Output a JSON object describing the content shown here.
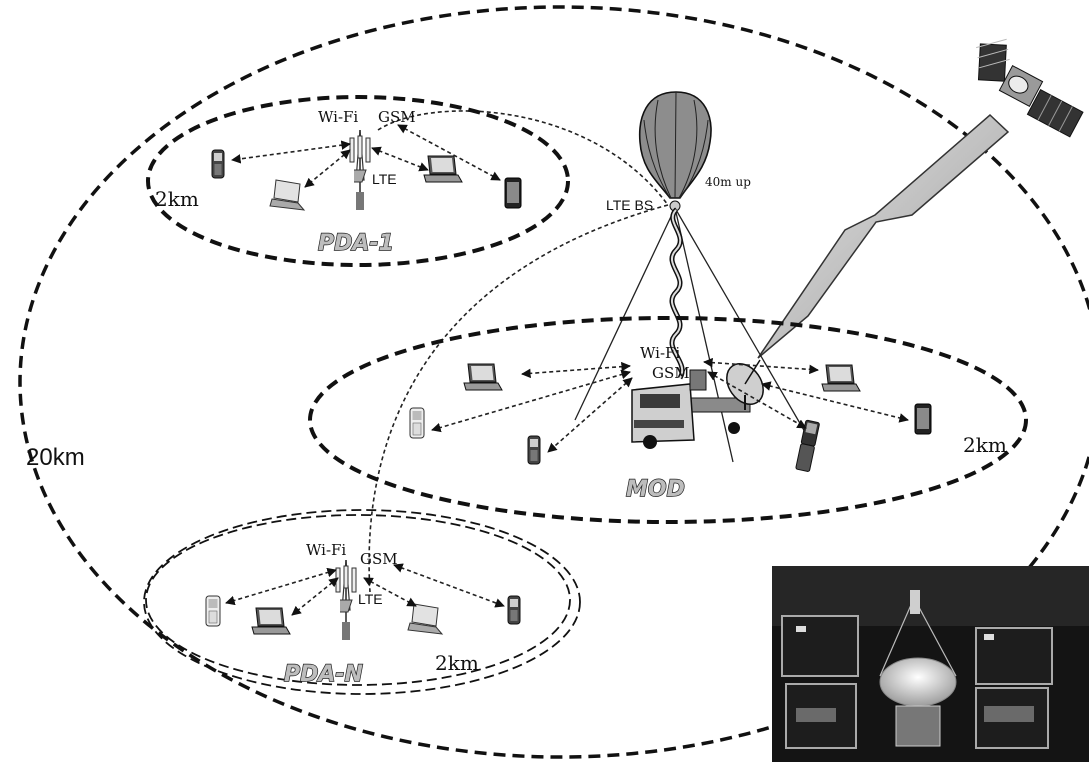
{
  "regions": {
    "outer": {
      "label": "20km"
    },
    "pda1": {
      "name": "PDA-1",
      "radius": "2km",
      "links": {
        "wifi": "Wi-Fi",
        "gsm": "GSM",
        "lte": "LTE"
      }
    },
    "mod": {
      "name": "MOD",
      "radius": "2km",
      "links": {
        "wifi": "Wi-Fi",
        "gsm": "GSM"
      }
    },
    "pdan": {
      "name": "PDA-N",
      "radius": "2km",
      "links": {
        "wifi": "Wi-Fi",
        "gsm": "GSM",
        "lte": "LTE"
      }
    }
  },
  "balloon": {
    "height": "40m up",
    "station": "LTE BS"
  },
  "icons": {
    "satellite": "satellite-icon",
    "balloon": "balloon-icon",
    "truck": "truck-icon",
    "dish": "satellite-dish-icon",
    "laptop": "laptop-icon",
    "phone": "mobile-phone-icon",
    "antenna": "antenna-mast-icon",
    "lightning": "lightning-bolt-icon"
  }
}
